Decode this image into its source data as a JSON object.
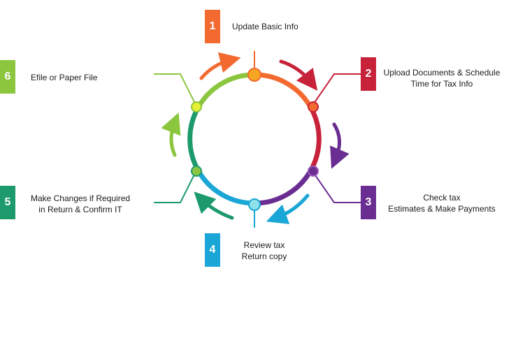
{
  "steps": [
    {
      "number": "1",
      "line1": "Update Basic Info",
      "line2": "",
      "color": "#f26a30"
    },
    {
      "number": "2",
      "line1": "Upload Documents & Schedule",
      "line2": "Time for Tax Info",
      "color": "#c8213a"
    },
    {
      "number": "3",
      "line1": "Check tax",
      "line2": "Estimates & Make Payments",
      "color": "#6a2d91"
    },
    {
      "number": "4",
      "line1": "Review tax",
      "line2": "Return copy",
      "color": "#1aa6d6"
    },
    {
      "number": "5",
      "line1": "Make Changes if Required",
      "line2": "in Return & Confirm IT",
      "color": "#1d9a6c"
    },
    {
      "number": "6",
      "line1": "Efile or Paper File",
      "line2": "",
      "color": "#8cc63f"
    }
  ],
  "icons": [
    "arrow-icon"
  ]
}
